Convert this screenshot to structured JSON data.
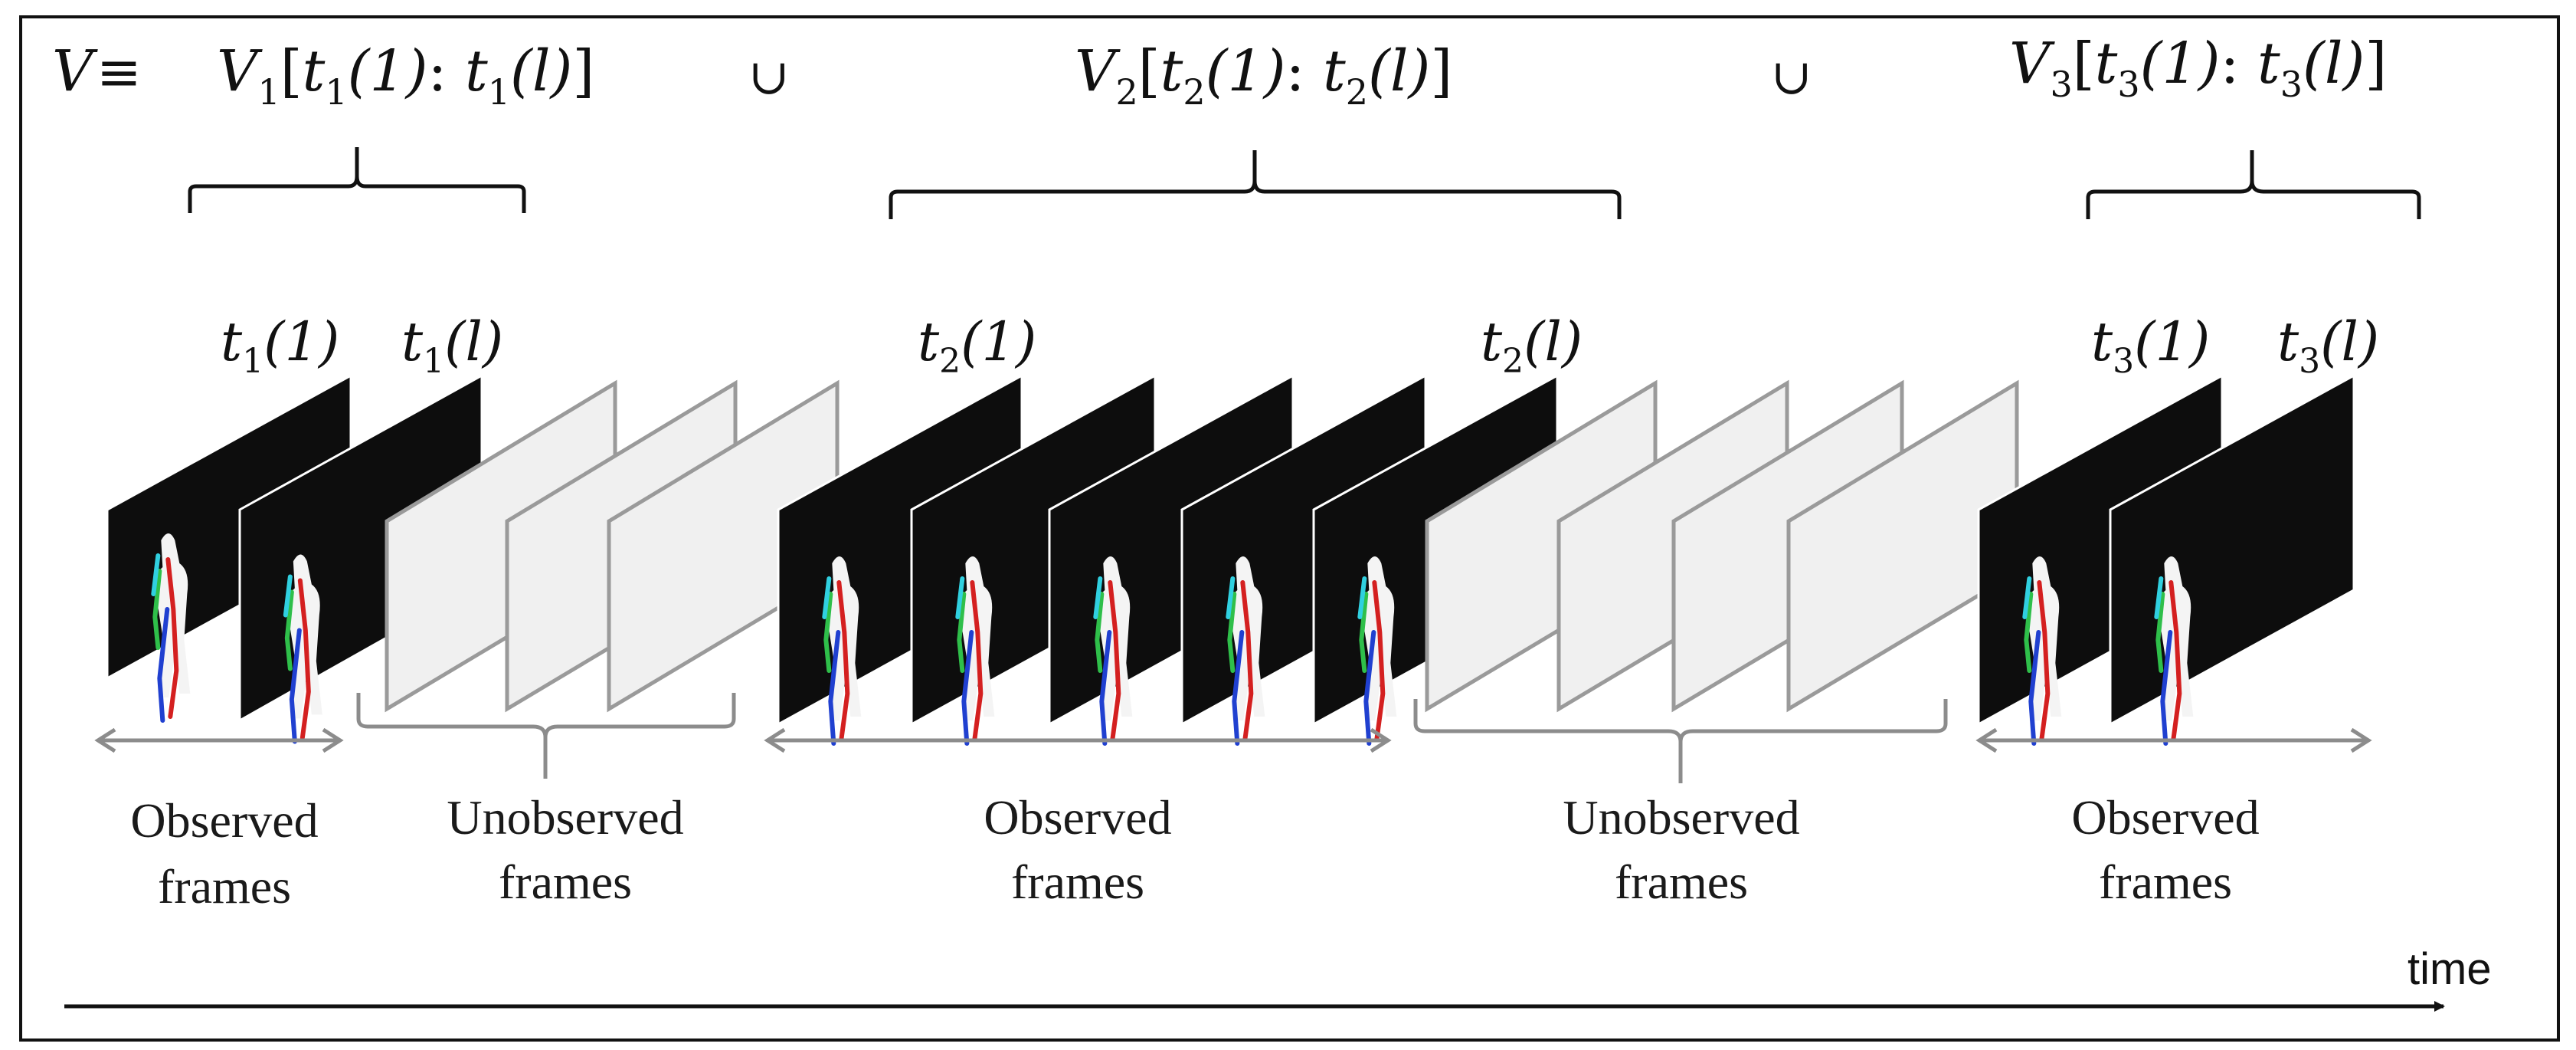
{
  "equation": {
    "lhs_var": "V",
    "equiv": "≡",
    "union": "∪",
    "terms": [
      {
        "v": "V",
        "sub": "1",
        "t": "t",
        "open": "[",
        "a": "(1)",
        "sep": ": ",
        "b": "(l)",
        "close": "]"
      },
      {
        "v": "V",
        "sub": "2",
        "t": "t",
        "open": "[",
        "a": "(1)",
        "sep": ": ",
        "b": "(l)",
        "close": "]"
      },
      {
        "v": "V",
        "sub": "3",
        "t": "t",
        "open": "[",
        "a": "(1)",
        "sep": ": ",
        "b": "(l)",
        "close": "]"
      }
    ]
  },
  "frame_labels": [
    {
      "t": "t",
      "sub": "1",
      "arg": "(1)"
    },
    {
      "t": "t",
      "sub": "1",
      "arg": "(l)"
    },
    {
      "t": "t",
      "sub": "2",
      "arg": "(1)"
    },
    {
      "t": "t",
      "sub": "2",
      "arg": "(l)"
    },
    {
      "t": "t",
      "sub": "3",
      "arg": "(1)"
    },
    {
      "t": "t",
      "sub": "3",
      "arg": "(l)"
    }
  ],
  "segments": [
    {
      "line1": "Observed",
      "line2": "frames"
    },
    {
      "line1": "Unobserved",
      "line2": "frames"
    },
    {
      "line1": "Observed",
      "line2": "frames"
    },
    {
      "line1": "Unobserved",
      "line2": "frames"
    },
    {
      "line1": "Observed",
      "line2": "frames"
    }
  ],
  "time_label": "time",
  "colors": {
    "observed_frame": "#0d0d0d",
    "unobserved_frame": "#f0f0f0",
    "unobserved_stroke": "#9a9a9a",
    "arrow_gray": "#8c8c8c",
    "skeleton_red": "#d42020",
    "skeleton_green": "#2fbf4a",
    "skeleton_blue": "#2040d0",
    "skeleton_cyan": "#30d0e0"
  }
}
